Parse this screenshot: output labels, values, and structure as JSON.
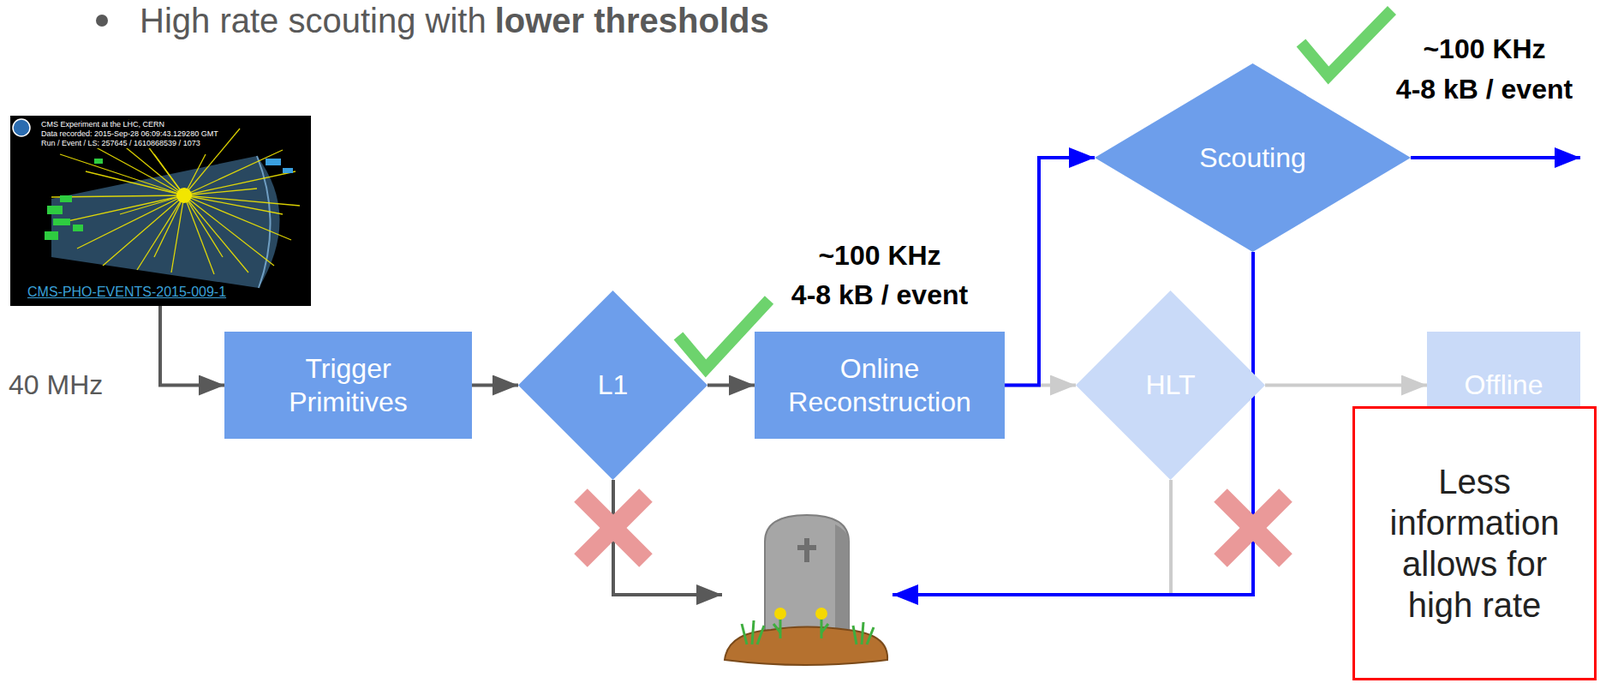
{
  "diagram": {
    "nodes": [
      {
        "text": [
          "CMS Experiment at the LHC, CERN",
          "Data recorded: 2015-Sep-28 06:09:43.129280 GMT",
          "Run / Event / LS: 257645 / 1610868539 / 1073",
          "CMS-PHO-EVENTS-2015-009-1"
        ]
      },
      {
        "text": [
          "Trigger Primitives"
        ]
      },
      {
        "text": [
          "L1"
        ]
      },
      {
        "text": [
          "Online Reconstruction"
        ]
      },
      {
        "text": [
          "Scouting"
        ]
      },
      {
        "text": [
          "HLT"
        ]
      },
      {
        "text": [
          "Offline"
        ]
      },
      {
        "text": [
          "Less information allows for high rate"
        ]
      }
    ],
    "edges": [
      {
        "from": 0,
        "to": 1,
        "arrow": "to"
      },
      {
        "from": 1,
        "to": 2,
        "arrow": "to"
      },
      {
        "from": 2,
        "to": 3,
        "arrow": "to"
      },
      {
        "from": 3,
        "to": 4,
        "arrow": "to"
      },
      {
        "from": 3,
        "to": 5,
        "arrow": "to"
      },
      {
        "from": 5,
        "to": 6,
        "arrow": "to"
      }
    ],
    "labels": [
      "High rate scouting with",
      "lower thresholds",
      "40 MHz",
      "~100 KHz",
      "4-8 kB / event",
      "~100 KHz",
      "4-8 kB / event"
    ]
  }
}
